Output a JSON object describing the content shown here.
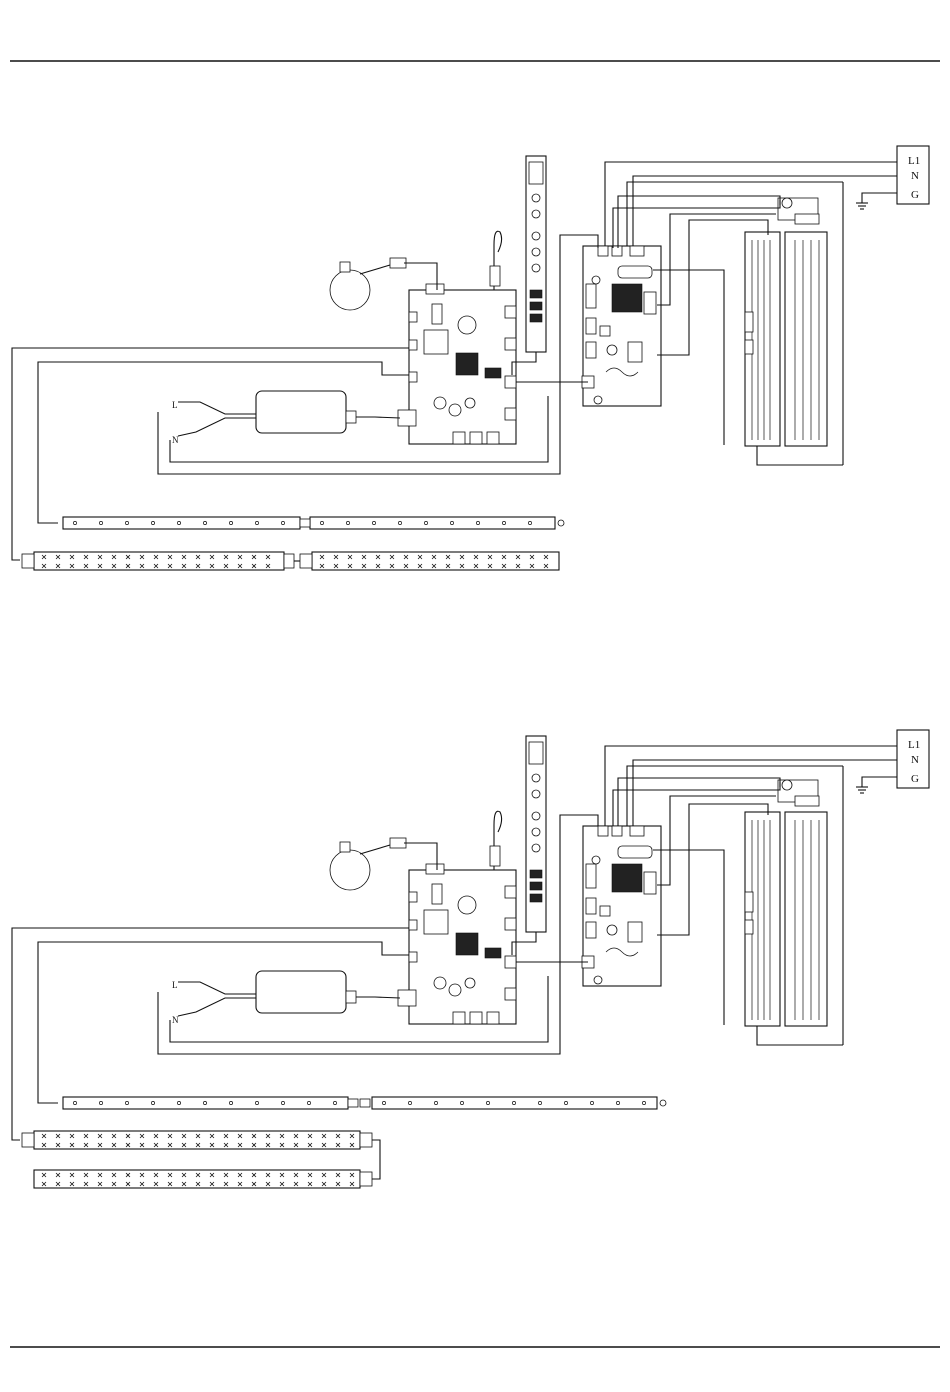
{
  "terminal_block": {
    "line": "L1",
    "neutral": "N",
    "ground": "G"
  },
  "power_adapter": {
    "live_label": "L",
    "neutral_label": "N"
  },
  "diagrams": [
    {
      "id": "upper",
      "second_light_bar_mode": "inline"
    },
    {
      "id": "lower",
      "second_light_bar_mode": "stacked"
    }
  ]
}
